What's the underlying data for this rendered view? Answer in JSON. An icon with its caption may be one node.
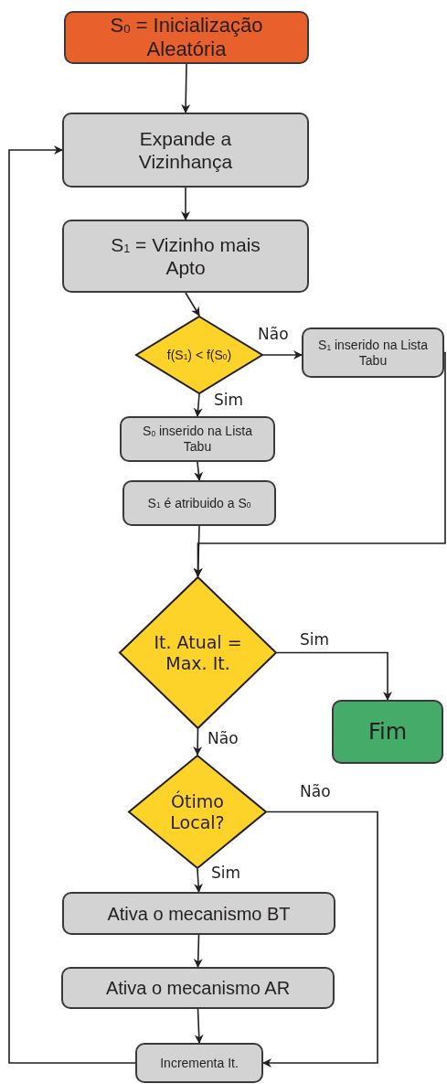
{
  "diagram": {
    "nodes": [
      {
        "text": [
          "S$_{0}$ = Inicialização Aleatória"
        ]
      },
      {
        "text": [
          "Expande a Vizinhança"
        ]
      },
      {
        "text": [
          "S$_{1}$ = Vizinho mais Apto"
        ]
      },
      {
        "text": [
          "f(S$_{1}$) < f(S$_{0}$)"
        ]
      },
      {
        "text": [
          "S$_{1}$ inserido na Lista Tabu"
        ]
      },
      {
        "text": [
          "S$_{0}$ inserido na Lista Tabu"
        ]
      },
      {
        "text": [
          "S$_{1}$ é atribuido a S$_{0}$"
        ]
      },
      {
        "text": [
          "It. Atual = Max. It."
        ]
      },
      {
        "text": [
          "Fim"
        ]
      },
      {
        "text": [
          "Ótimo Local?"
        ]
      },
      {
        "text": [
          "Ativa o mecanismo BT"
        ]
      },
      {
        "text": [
          "Ativa o mecanismo AR"
        ]
      },
      {
        "text": [
          "Incrementa It."
        ]
      }
    ],
    "edges": [
      {
        "from": 0,
        "to": 1,
        "arrow": "to"
      },
      {
        "from": 1,
        "to": 2,
        "arrow": "to"
      },
      {
        "from": 2,
        "to": 3,
        "arrow": "to"
      },
      {
        "from": 3,
        "to": 4,
        "arrow": "to",
        "label": "Não"
      },
      {
        "from": 3,
        "to": 5,
        "arrow": "to",
        "label": "Sim"
      },
      {
        "from": 5,
        "to": 6,
        "arrow": "to"
      },
      {
        "from": 6,
        "to": 7,
        "arrow": "to"
      },
      {
        "from": 4,
        "to": 7,
        "arrow": "to"
      },
      {
        "from": 7,
        "to": 8,
        "arrow": "to",
        "label": "Sim"
      },
      {
        "from": 7,
        "to": 9,
        "arrow": "to",
        "label": "Não"
      },
      {
        "from": 9,
        "to": 12,
        "arrow": "to",
        "label": "Não"
      },
      {
        "from": 9,
        "to": 10,
        "arrow": "to",
        "label": "Sim"
      },
      {
        "from": 10,
        "to": 11,
        "arrow": "to"
      },
      {
        "from": 11,
        "to": 12,
        "arrow": "to"
      },
      {
        "from": 12,
        "to": 1,
        "arrow": "to"
      }
    ]
  }
}
